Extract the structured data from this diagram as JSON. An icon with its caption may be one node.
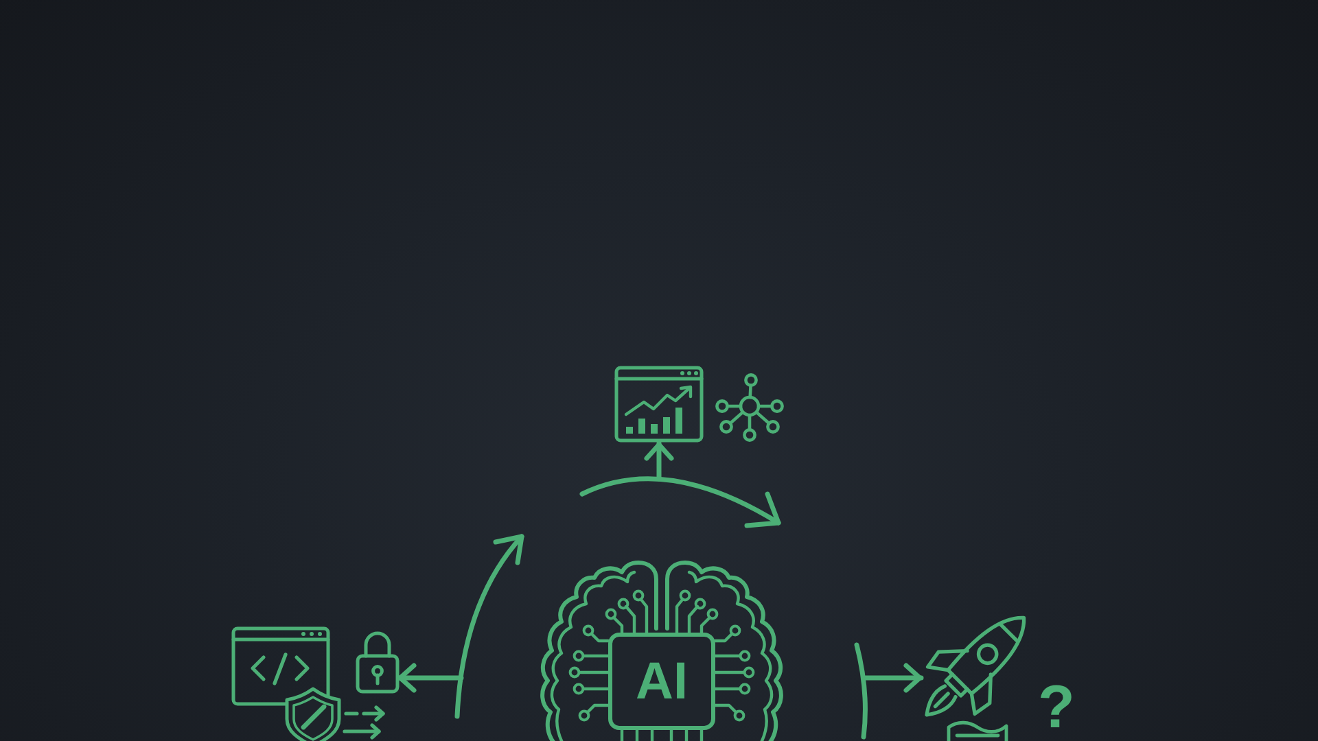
{
  "diagram": {
    "nodes": [
      {
        "text": [
          "AI"
        ]
      },
      {
        "text": [],
        "shape": "picture"
      },
      {
        "text": [],
        "shape": "picture"
      },
      {
        "text": [],
        "shape": "picture"
      }
    ],
    "edges": [
      {
        "from": null,
        "to": 1,
        "arrow": "to"
      },
      {
        "from": null,
        "to": 2,
        "arrow": "to"
      },
      {
        "from": null,
        "to": 3,
        "arrow": "to"
      }
    ],
    "labels": [
      "?"
    ]
  }
}
